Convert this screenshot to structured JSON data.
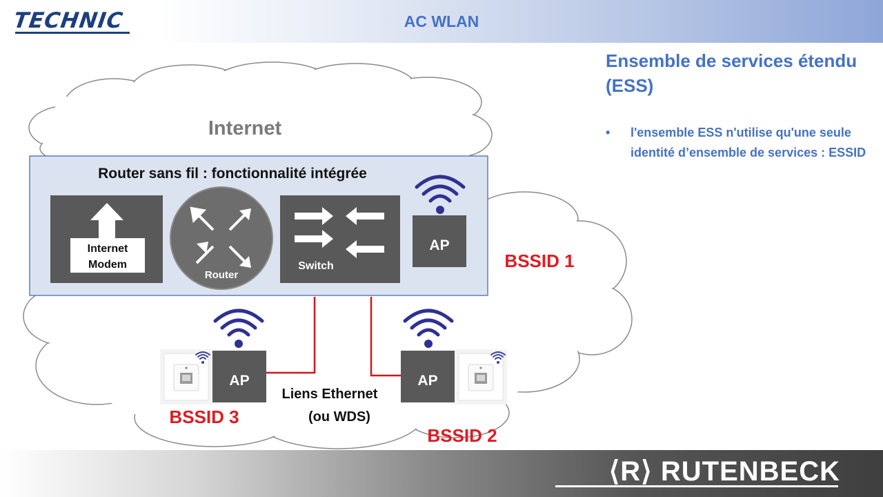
{
  "header": {
    "logo": "TECHNIC",
    "title": "AC WLAN"
  },
  "side": {
    "title": "Ensemble de services étendu (ESS)",
    "bullet": "•",
    "items": [
      "l'ensemble ESS n'utilise qu'une seule identité d’ensemble de services : ESSID"
    ]
  },
  "diagram": {
    "cloud_label": "Internet",
    "router_box_title": "Router sans fil : fonctionnalité intégrée",
    "modem_label": [
      "Internet",
      "Modem"
    ],
    "router_label": "Router",
    "switch_label": "Switch",
    "ap_label": "AP",
    "bssid": [
      "BSSID 1",
      "BSSID 2",
      "BSSID 3"
    ],
    "link_label": [
      "Liens Ethernet",
      "(ou WDS)"
    ],
    "colors": {
      "accent_blue": "#4472c4",
      "bssid_red": "#e01b22",
      "wifi_navy": "#2e3192",
      "block_gray": "#595959",
      "ethernet_red": "#d0161e"
    }
  },
  "footer": {
    "brand": "⟨R⟩ RUTENBECK"
  }
}
